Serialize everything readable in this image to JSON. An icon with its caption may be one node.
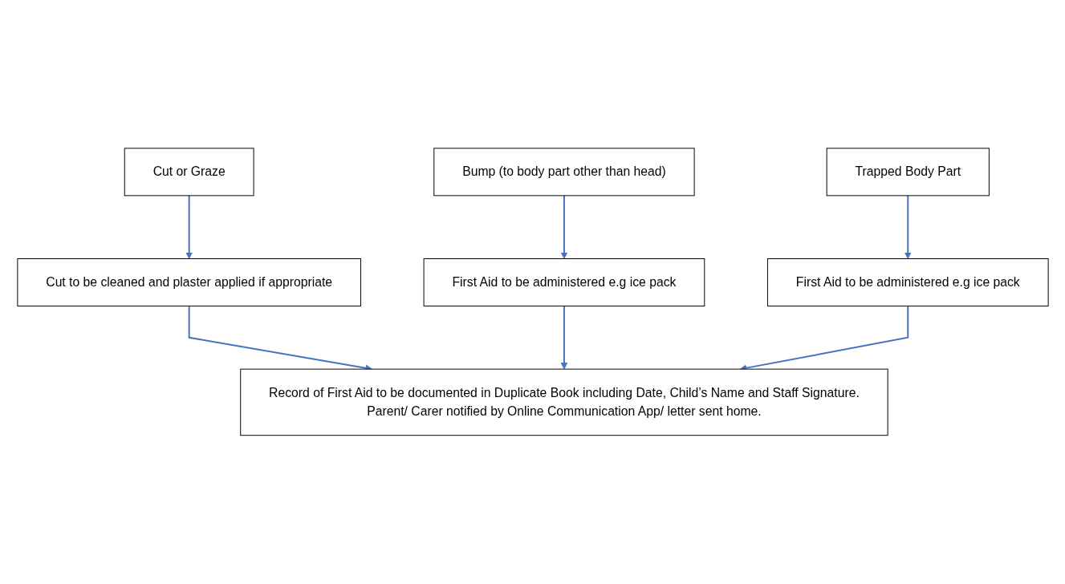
{
  "diagram": {
    "nodes": [
      {
        "text": [
          "Cut or Graze"
        ]
      },
      {
        "text": [
          "Bump (to body part other than head)"
        ]
      },
      {
        "text": [
          "Trapped Body Part"
        ]
      },
      {
        "text": [
          "Cut to be cleaned and plaster applied if appropriate"
        ]
      },
      {
        "text": [
          "First Aid to be administered e.g ice pack"
        ]
      },
      {
        "text": [
          "First Aid to be administered e.g ice pack"
        ]
      },
      {
        "text": [
          "Record of First Aid to be documented in Duplicate Book including Date, Child’s Name and Staff Signature.",
          "Parent/ Carer notified by Online Communication App/ letter sent home."
        ]
      }
    ],
    "edges": [
      {
        "from": 0,
        "to": 3,
        "arrow": "to"
      },
      {
        "from": 1,
        "to": 4,
        "arrow": "to"
      },
      {
        "from": 2,
        "to": 5,
        "arrow": "to"
      },
      {
        "from": 3,
        "to": 6,
        "arrow": "to"
      },
      {
        "from": 4,
        "to": 6,
        "arrow": "to"
      },
      {
        "from": 5,
        "to": 6,
        "arrow": "to"
      }
    ]
  }
}
